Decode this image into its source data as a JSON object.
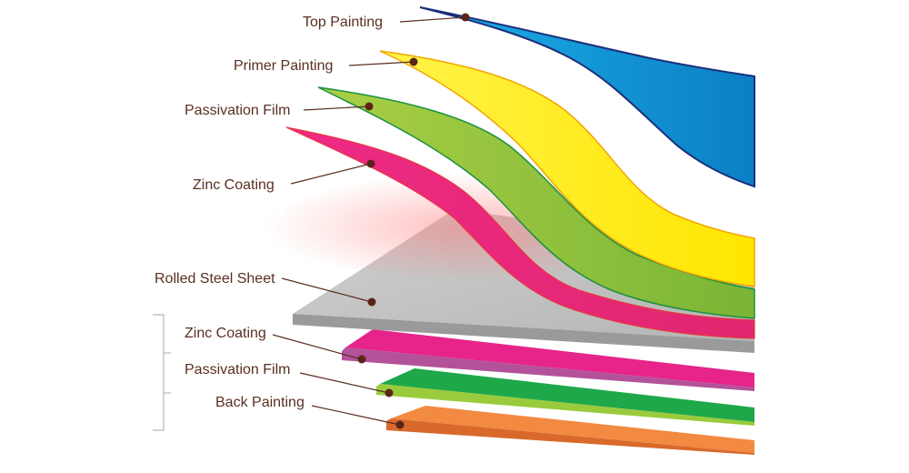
{
  "layers": [
    {
      "id": "top-painting",
      "label": "Top Painting",
      "color": "#0a9ad6"
    },
    {
      "id": "primer-painting",
      "label": "Primer Painting",
      "color": "#fff200"
    },
    {
      "id": "passivation-film-top",
      "label": "Passivation Film",
      "color": "#95c23d"
    },
    {
      "id": "zinc-coating-top",
      "label": "Zinc Coating",
      "color": "#ec2282"
    },
    {
      "id": "rolled-steel-sheet",
      "label": "Rolled Steel Sheet",
      "color": "#c8c8c8"
    },
    {
      "id": "zinc-coating-bottom",
      "label": "Zinc Coating",
      "color": "#e6248a"
    },
    {
      "id": "passivation-film-bottom",
      "label": "Passivation Film",
      "color": "#1fa84a"
    },
    {
      "id": "back-painting",
      "label": "Back Painting",
      "color": "#f07f35"
    }
  ]
}
